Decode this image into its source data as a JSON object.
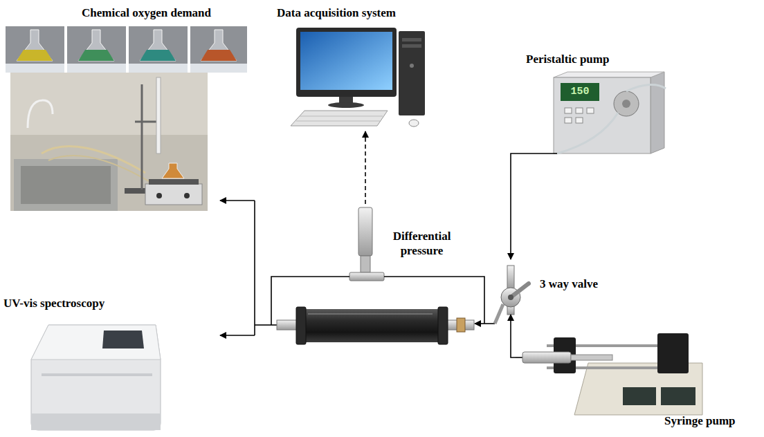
{
  "diagram": {
    "nodes": [
      {
        "text": [
          "Chemical oxygen demand"
        ]
      },
      {
        "text": [
          "Data acquisition system"
        ]
      },
      {
        "text": [
          "Peristaltic pump"
        ]
      },
      {
        "text": [
          "Differential pressure"
        ]
      },
      {
        "text": [
          "3 way valve"
        ]
      },
      {
        "text": [
          "UV-vis spectroscopy"
        ]
      },
      {
        "text": [
          "Syringe pump"
        ]
      }
    ],
    "edges": [
      {
        "from": 2,
        "to": 4,
        "arrow": "to"
      },
      {
        "from": 6,
        "to": 4,
        "arrow": "to"
      },
      {
        "from": 3,
        "to": 1,
        "arrow": "to"
      }
    ],
    "labels": [
      "150"
    ]
  }
}
